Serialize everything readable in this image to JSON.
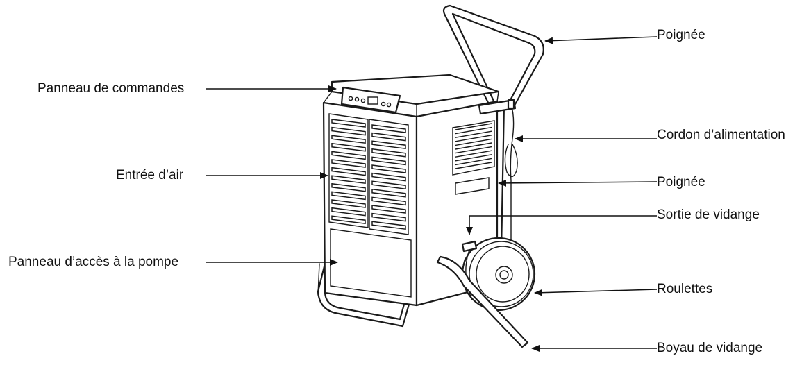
{
  "labels": {
    "handle_top": "Poignée",
    "control_panel": "Panneau de commandes",
    "power_cord": "Cordon d’alimentation",
    "air_inlet": "Entrée d’air",
    "handle_side": "Poignée",
    "drain_outlet": "Sortie de vidange",
    "pump_access_panel": "Panneau d’accès à la pompe",
    "wheels": "Roulettes",
    "drain_hose": "Boyau de vidange"
  },
  "colors": {
    "line": "#111111",
    "background": "#ffffff"
  }
}
